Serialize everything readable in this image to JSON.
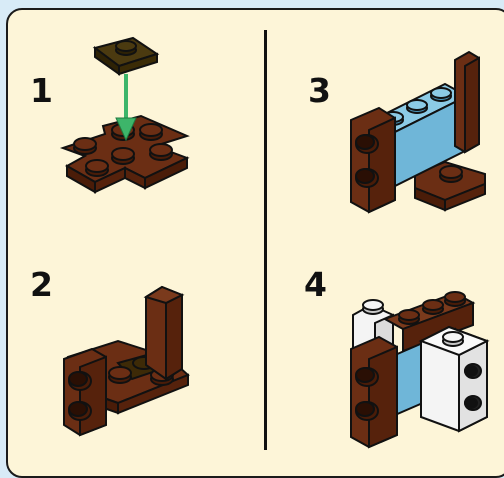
{
  "steps": [
    {
      "number": "1"
    },
    {
      "number": "2"
    },
    {
      "number": "3"
    },
    {
      "number": "4"
    }
  ],
  "colors": {
    "background": "#d8ebf7",
    "panel": "#fdf5d8",
    "brown": "#6b2e14",
    "brown_dark": "#4a1c08",
    "dark_tile": "#3d2a07",
    "sky_blue": "#6fb6d8",
    "white": "#f4f4f4",
    "arrow_green": "#3db56a",
    "black": "#111111"
  },
  "icons": [
    "arrow-down-icon"
  ]
}
